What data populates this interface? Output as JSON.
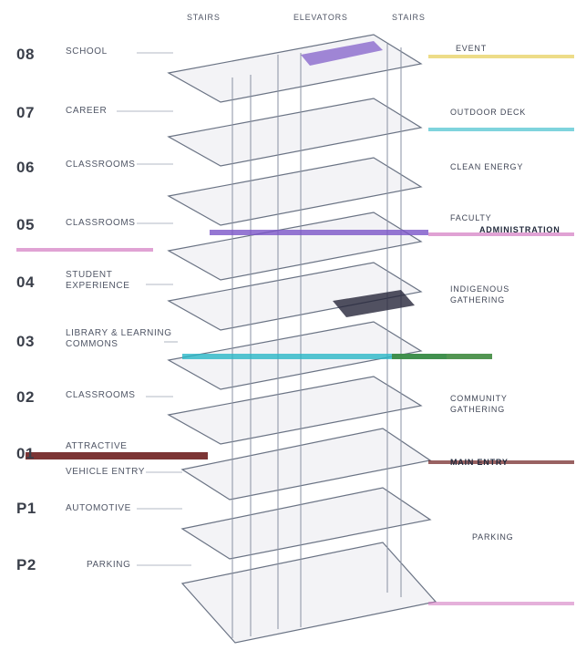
{
  "top_labels": {
    "stairs_left": "STAIRS",
    "elevators": "ELEVATORS",
    "stairs_right": "STAIRS"
  },
  "levels": [
    {
      "code": "08",
      "label": "SCHOOL"
    },
    {
      "code": "07",
      "label": "CAREER"
    },
    {
      "code": "06",
      "label": "CLASSROOMS"
    },
    {
      "code": "05",
      "label": "CLASSROOMS"
    },
    {
      "code": "04",
      "label": "STUDENT\nEXPERIENCE"
    },
    {
      "code": "03",
      "label": "LIBRARY & LEARNING\nCOMMONS"
    },
    {
      "code": "02",
      "label": "CLASSROOMS"
    },
    {
      "code": "01",
      "label": "ATTRACTIVE",
      "extra": "VEHICLE ENTRY"
    },
    {
      "code": "P1",
      "label": "AUTOMOTIVE"
    },
    {
      "code": "P2",
      "label": "PARKING"
    }
  ],
  "right_labels": [
    {
      "key": "event",
      "text": "EVENT"
    },
    {
      "key": "outdoor",
      "text": "OUTDOOR DECK"
    },
    {
      "key": "clean",
      "text": "CLEAN ENERGY"
    },
    {
      "key": "faculty",
      "text": "FACULTY"
    },
    {
      "key": "admin",
      "text": "ADMINISTRATION"
    },
    {
      "key": "indigenous",
      "text": "INDIGENOUS"
    },
    {
      "key": "gathering",
      "text": "GATHERING"
    },
    {
      "key": "community",
      "text": "COMMUNITY"
    },
    {
      "key": "gathering2",
      "text": "GATHERING"
    },
    {
      "key": "main_entry",
      "text": "MAIN ENTRY"
    },
    {
      "key": "parking_r",
      "text": "PARKING"
    }
  ],
  "colors": {
    "line": "#6a7384",
    "floor": "#f1f1f4",
    "accent_purple": "#7a55c8",
    "accent_pink": "#d37bc2",
    "accent_cyan": "#29b7c7",
    "accent_green": "#3f8a3f",
    "accent_maroon": "#6e1f1f",
    "accent_yellow": "#e8d36a"
  }
}
